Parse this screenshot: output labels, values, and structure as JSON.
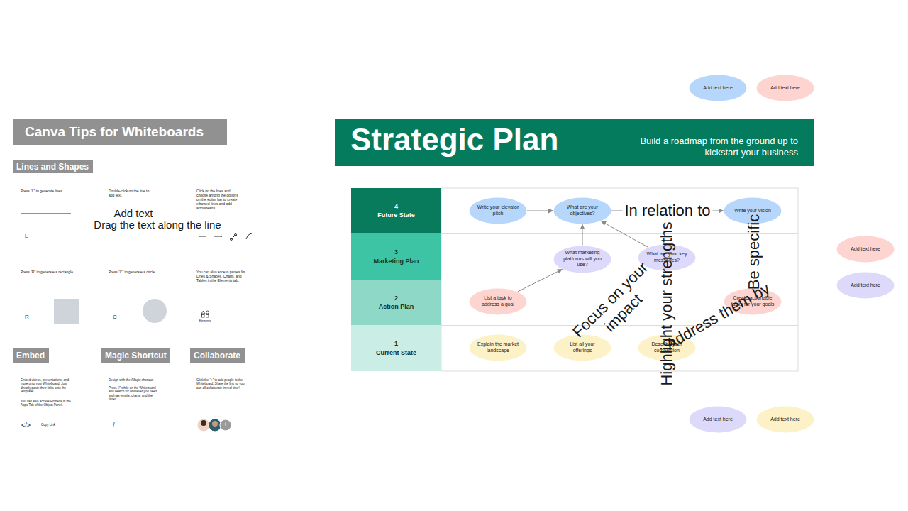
{
  "diagram": {
    "title": "Strategic Plan",
    "nodes": [
      {
        "text": [
          "Canva Tips for Whiteboards"
        ]
      },
      {
        "text": [
          "Lines and Shapes"
        ]
      },
      {
        "text": [
          "Embed"
        ]
      },
      {
        "text": [
          "Magic Shortcut"
        ]
      },
      {
        "text": [
          "Collaborate"
        ]
      },
      {
        "text": [
          "Build a roadmap from the ground up to kickstart your business"
        ]
      },
      {
        "text": [
          "4",
          "Future State"
        ]
      },
      {
        "text": [
          "3",
          "Marketing Plan"
        ]
      },
      {
        "text": [
          "2",
          "Action Plan"
        ]
      },
      {
        "text": [
          "1",
          "Current State"
        ]
      },
      {
        "text": [
          "Add text here"
        ]
      },
      {
        "text": [
          "Add text here"
        ]
      },
      {
        "text": [
          "Write your elevator pitch"
        ]
      },
      {
        "text": [
          "What are your objectives?"
        ]
      },
      {
        "text": [
          "Write your vision"
        ]
      },
      {
        "text": [
          "What marketing platforms will you use?"
        ]
      },
      {
        "text": [
          "What are your key messages?"
        ]
      },
      {
        "text": [
          "Add text here"
        ]
      },
      {
        "text": [
          "List a task to address a goal"
        ]
      },
      {
        "text": [
          "Create actionable tasks for your goals"
        ]
      },
      {
        "text": [
          "Add text here"
        ]
      },
      {
        "text": [
          "Explain the market landscape"
        ]
      },
      {
        "text": [
          "List all your offerings"
        ]
      },
      {
        "text": [
          "Describe your competition"
        ]
      },
      {
        "text": [
          "Add text here"
        ]
      },
      {
        "text": [
          "Add text here"
        ]
      }
    ],
    "edges": [
      {
        "from": 12,
        "to": 13,
        "arrow": "to"
      },
      {
        "from": 13,
        "to": 14,
        "label": "In relation to",
        "arrow": "to"
      },
      {
        "from": 15,
        "to": 13,
        "arrow": "to"
      },
      {
        "from": 16,
        "to": 13,
        "arrow": "to"
      },
      {
        "from": 18,
        "to": 15,
        "arrow": "to"
      }
    ],
    "labels": [
      "Press “L” to generate lines.",
      "L",
      "Double-click on the line to add text.",
      "Add text",
      "Drag the text along the line",
      "Click on the lines and choose among the options on the editor bar to create elbowed lines and add arrowheads.",
      "Press “R” to generate a rectangle.",
      "R",
      "Press “C” to generate a circle.",
      "C",
      "You can also access panels for Lines & Shapes, Charts, and Tables in the Elements tab.",
      "Elements",
      "Embed videos, presentations, and more onto your Whiteboard. Just directly paste their links onto the template!",
      "You can also access Embeds in the Apps Tab of the Object Panel.",
      "</>",
      "Copy Link",
      "Design with the /Magic shortcut.",
      "Press “/” while on the Whiteboard and search for whatever you need, such as emojis, charts, and the timer!",
      "/",
      "Click the “+” to add people to the Whiteboard. Share the link so you can all collaborate in real time!",
      "+",
      "Focus on your impact",
      "Highlight your strengths",
      "Address them by",
      "Be specific"
    ]
  }
}
